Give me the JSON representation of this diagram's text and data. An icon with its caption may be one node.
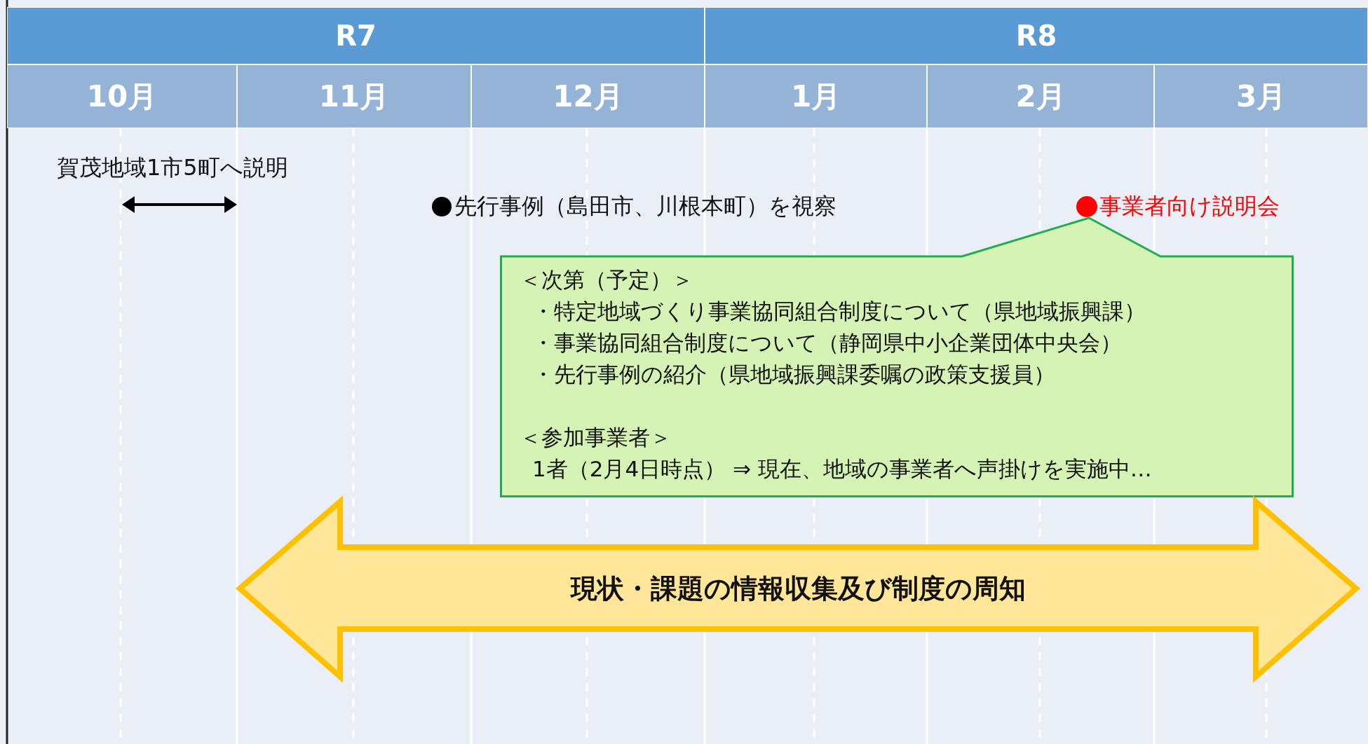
{
  "diagram": {
    "nodes": [
      {
        "text": [
          "R7"
        ]
      },
      {
        "text": [
          "R8"
        ]
      },
      {
        "text": [
          "10月"
        ]
      },
      {
        "text": [
          "11月"
        ]
      },
      {
        "text": [
          "12月"
        ]
      },
      {
        "text": [
          "1月"
        ]
      },
      {
        "text": [
          "2月"
        ]
      },
      {
        "text": [
          "3月"
        ]
      },
      {
        "text": [
          "＜次第（予定）＞",
          "・特定地域づくり事業協同組合制度について（県地域振興課）",
          "・事業協同組合制度について（静岡県中小企業団体中央会）",
          "・先行事例の紹介（県地域振興課委嘱の政策支援員）",
          "＜参加事業者＞",
          "1者（2月4日時点） ⇒ 現在、地域の事業者へ声掛けを実施中…"
        ]
      },
      {
        "text": [
          "現状・課題の情報収集及び制度の周知"
        ]
      }
    ],
    "labels": [
      "賀茂地域1市5町へ説明",
      "先行事例（島田市、川根本町）を視察",
      "事業者向け説明会"
    ]
  }
}
